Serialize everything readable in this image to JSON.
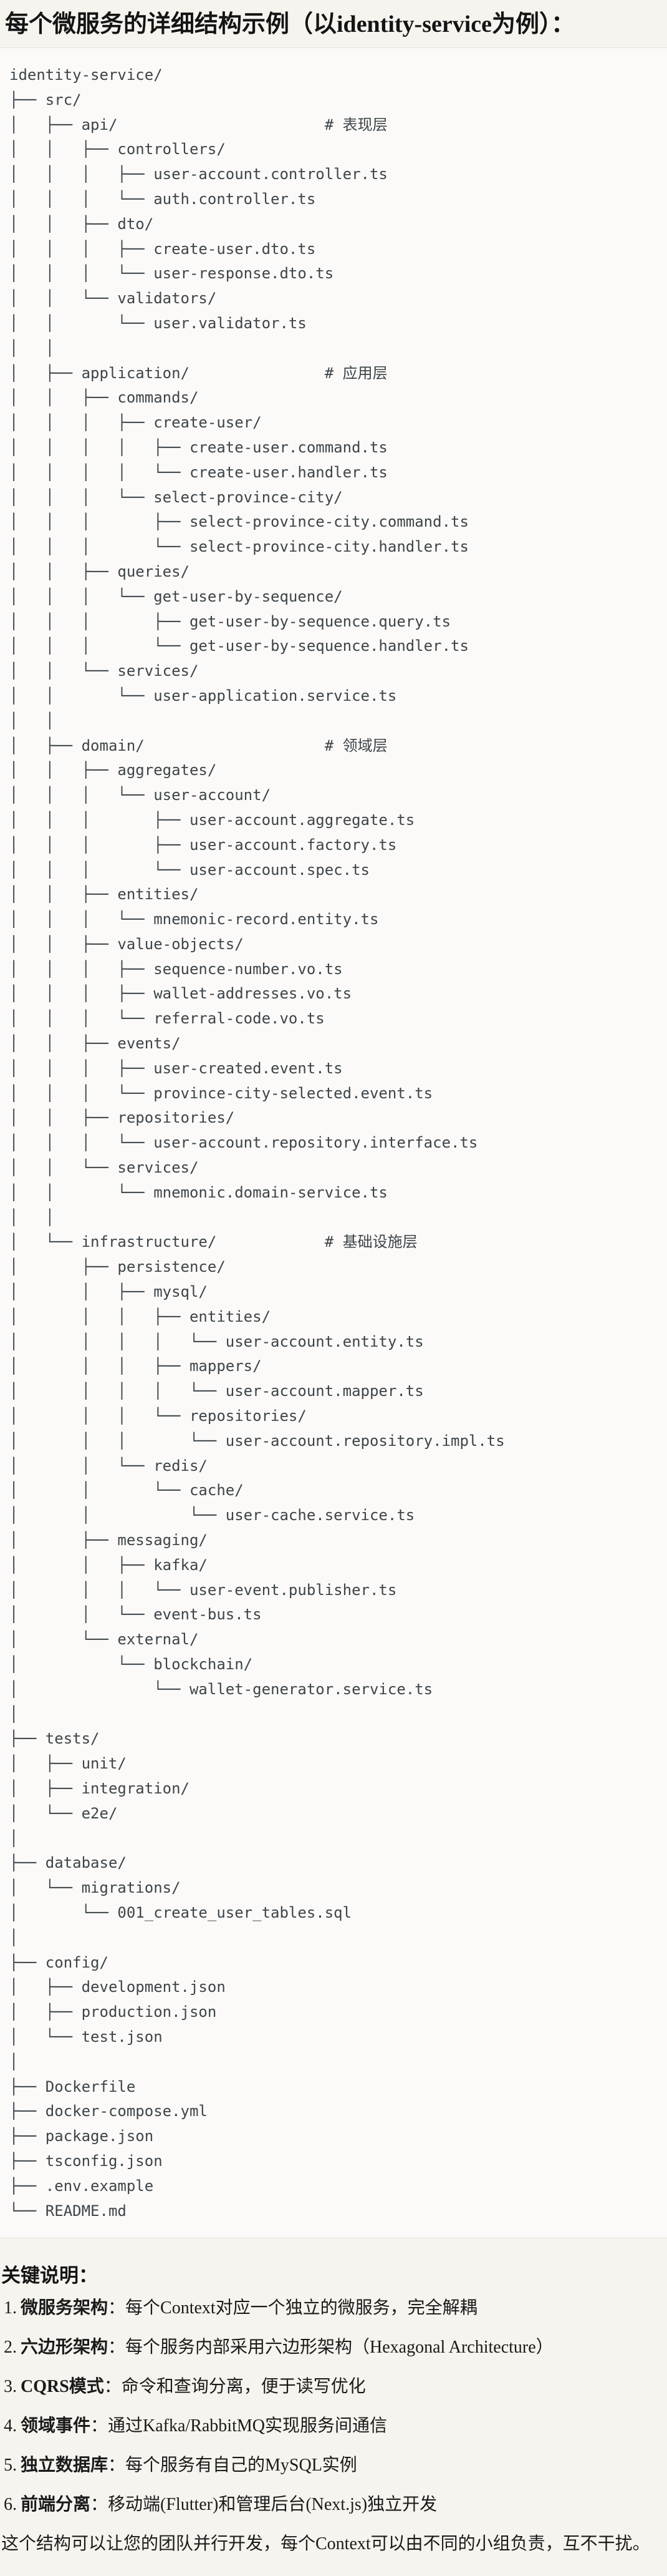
{
  "title": "每个微服务的详细结构示例（以identity-service为例）：",
  "colors": {
    "page_bg": "#f6f4ee",
    "code_bg": "#fbfaf8",
    "border": "#e5e2d9",
    "code_text": "#3e4449",
    "text": "#1a1a1a"
  },
  "tree": {
    "layer_comments": [
      "# 表现层",
      "# 应用层",
      "# 领域层",
      "# 基础设施层"
    ],
    "lines": [
      "identity-service/",
      "├── src/",
      "│   ├── api/                       # 表现层",
      "│   │   ├── controllers/",
      "│   │   │   ├── user-account.controller.ts",
      "│   │   │   └── auth.controller.ts",
      "│   │   ├── dto/",
      "│   │   │   ├── create-user.dto.ts",
      "│   │   │   └── user-response.dto.ts",
      "│   │   └── validators/",
      "│   │       └── user.validator.ts",
      "│   │",
      "│   ├── application/               # 应用层",
      "│   │   ├── commands/",
      "│   │   │   ├── create-user/",
      "│   │   │   │   ├── create-user.command.ts",
      "│   │   │   │   └── create-user.handler.ts",
      "│   │   │   └── select-province-city/",
      "│   │   │       ├── select-province-city.command.ts",
      "│   │   │       └── select-province-city.handler.ts",
      "│   │   ├── queries/",
      "│   │   │   └── get-user-by-sequence/",
      "│   │   │       ├── get-user-by-sequence.query.ts",
      "│   │   │       └── get-user-by-sequence.handler.ts",
      "│   │   └── services/",
      "│   │       └── user-application.service.ts",
      "│   │",
      "│   ├── domain/                    # 领域层",
      "│   │   ├── aggregates/",
      "│   │   │   └── user-account/",
      "│   │   │       ├── user-account.aggregate.ts",
      "│   │   │       ├── user-account.factory.ts",
      "│   │   │       └── user-account.spec.ts",
      "│   │   ├── entities/",
      "│   │   │   └── mnemonic-record.entity.ts",
      "│   │   ├── value-objects/",
      "│   │   │   ├── sequence-number.vo.ts",
      "│   │   │   ├── wallet-addresses.vo.ts",
      "│   │   │   └── referral-code.vo.ts",
      "│   │   ├── events/",
      "│   │   │   ├── user-created.event.ts",
      "│   │   │   └── province-city-selected.event.ts",
      "│   │   ├── repositories/",
      "│   │   │   └── user-account.repository.interface.ts",
      "│   │   └── services/",
      "│   │       └── mnemonic.domain-service.ts",
      "│   │",
      "│   └── infrastructure/            # 基础设施层",
      "│       ├── persistence/",
      "│       │   ├── mysql/",
      "│       │   │   ├── entities/",
      "│       │   │   │   └── user-account.entity.ts",
      "│       │   │   ├── mappers/",
      "│       │   │   │   └── user-account.mapper.ts",
      "│       │   │   └── repositories/",
      "│       │   │       └── user-account.repository.impl.ts",
      "│       │   └── redis/",
      "│       │       └── cache/",
      "│       │           └── user-cache.service.ts",
      "│       ├── messaging/",
      "│       │   ├── kafka/",
      "│       │   │   └── user-event.publisher.ts",
      "│       │   └── event-bus.ts",
      "│       └── external/",
      "│           └── blockchain/",
      "│               └── wallet-generator.service.ts",
      "│",
      "├── tests/",
      "│   ├── unit/",
      "│   ├── integration/",
      "│   └── e2e/",
      "│",
      "├── database/",
      "│   └── migrations/",
      "│       └── 001_create_user_tables.sql",
      "│",
      "├── config/",
      "│   ├── development.json",
      "│   ├── production.json",
      "│   └── test.json",
      "│",
      "├── Dockerfile",
      "├── docker-compose.yml",
      "├── package.json",
      "├── tsconfig.json",
      "├── .env.example",
      "└── README.md"
    ]
  },
  "notes": {
    "heading": "关键说明：",
    "items": [
      {
        "num": "1.",
        "label": "微服务架构",
        "text": "：每个Context对应一个独立的微服务，完全解耦"
      },
      {
        "num": "2.",
        "label": "六边形架构",
        "text": "：每个服务内部采用六边形架构（Hexagonal Architecture）"
      },
      {
        "num": "3.",
        "label": "CQRS模式",
        "text": "：命令和查询分离，便于读写优化"
      },
      {
        "num": "4.",
        "label": "领域事件",
        "text": "：通过Kafka/RabbitMQ实现服务间通信"
      },
      {
        "num": "5.",
        "label": "独立数据库",
        "text": "：每个服务有自己的MySQL实例"
      },
      {
        "num": "6.",
        "label": "前端分离",
        "text": "：移动端(Flutter)和管理后台(Next.js)独立开发"
      }
    ],
    "closing": "这个结构可以让您的团队并行开发，每个Context可以由不同的小组负责，互不干扰。"
  }
}
